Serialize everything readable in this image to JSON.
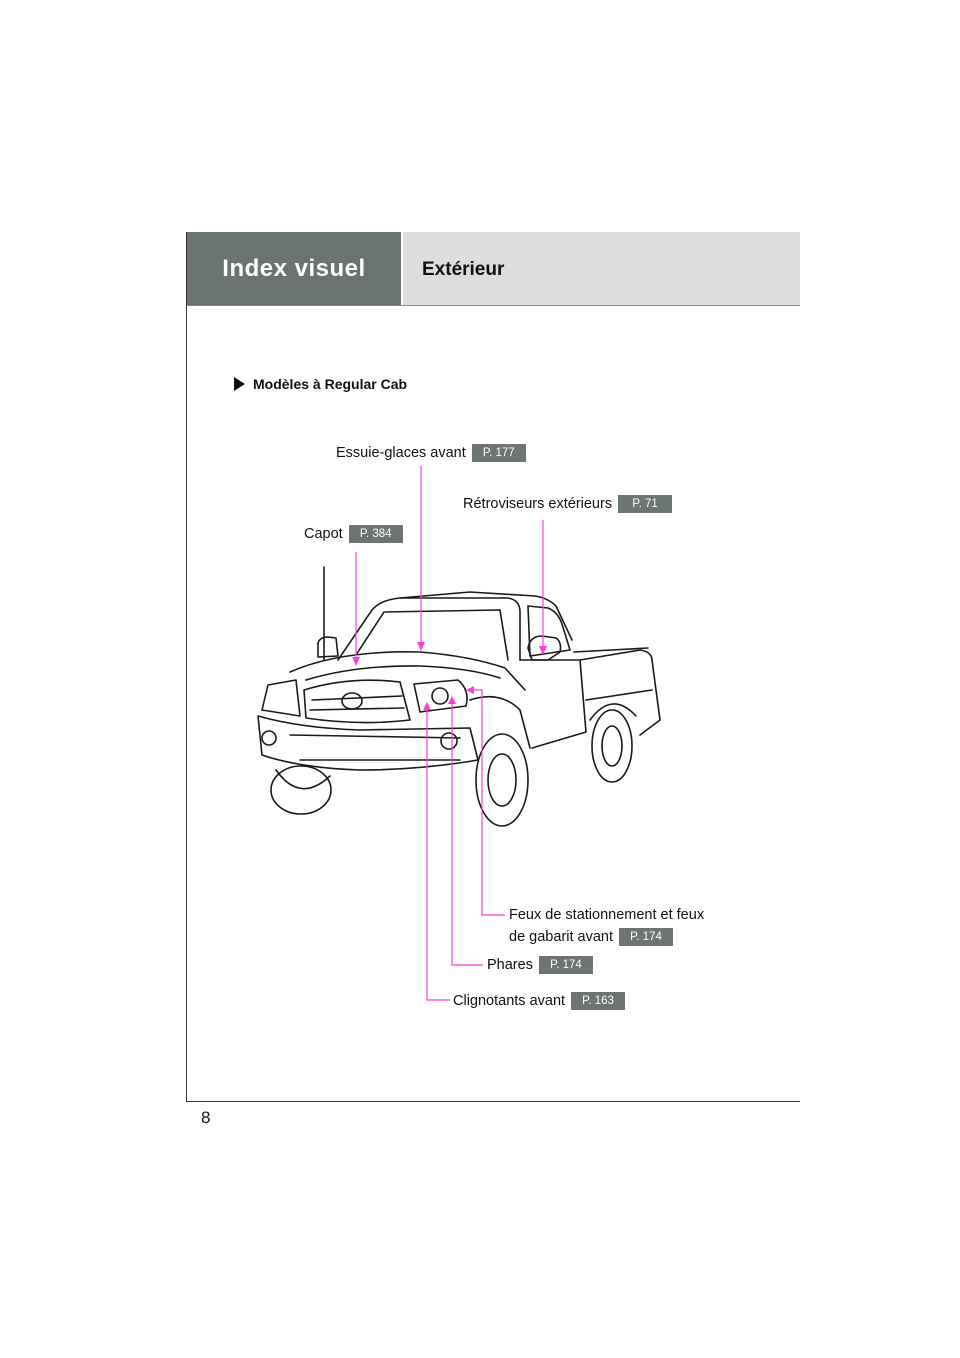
{
  "header": {
    "tab": "Index visuel",
    "subtitle": "Extérieur"
  },
  "section_title": "Modèles à Regular Cab",
  "callouts": {
    "essuie": {
      "label": "Essuie-glaces avant",
      "page": "P. 177"
    },
    "retro": {
      "label": "Rétroviseurs extérieurs",
      "page": "P. 71"
    },
    "capot": {
      "label": "Capot",
      "page": "P. 384"
    },
    "feux_line1": "Feux de stationnement et feux",
    "feux": {
      "label": "de gabarit avant",
      "page": "P. 174"
    },
    "phares": {
      "label": "Phares",
      "page": "P. 174"
    },
    "clignotants": {
      "label": "Clignotants avant",
      "page": "P. 163"
    }
  },
  "page_number": "8",
  "colors": {
    "callout_line": "#ff3fd2",
    "header_dark": "#6b7371",
    "header_light": "#dcdedd",
    "badge": "#6d7572"
  }
}
